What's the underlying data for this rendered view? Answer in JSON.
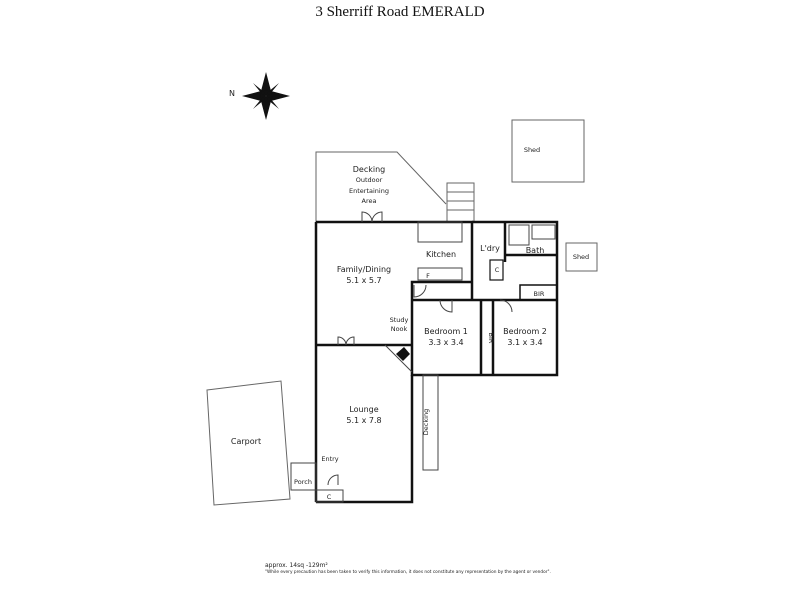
{
  "title": "3 Sherriff Road EMERALD",
  "compass": {
    "label": "N",
    "icon": "compass-rose-icon"
  },
  "rooms": {
    "decking_top": [
      "Decking",
      "Outdoor",
      "Entertaining",
      "Area"
    ],
    "shed_1": "Shed",
    "shed_2": "Shed",
    "kitchen": "Kitchen",
    "laundry": "L'dry",
    "bath": "Bath",
    "cupboard_laundry": "C",
    "fridge": "F",
    "family_dining": {
      "name": "Family/Dining",
      "size": "5.1 x 5.7"
    },
    "study_nook": [
      "Study",
      "Nook"
    ],
    "bedroom_1": {
      "name": "Bedroom 1",
      "size": "3.3 x 3.4"
    },
    "bedroom_2": {
      "name": "Bedroom 2",
      "size": "3.1 x 3.4"
    },
    "bir_1": "BIR",
    "bir_2": "BIR",
    "lounge": {
      "name": "Lounge",
      "size": "5.1 x 7.8"
    },
    "entry": "Entry",
    "porch": "Porch",
    "cupboard_entry": "C",
    "decking_side": "Decking",
    "carport": "Carport"
  },
  "area_note": "approx. 14sq -129m²",
  "disclaimer": "\"While every precaution has been taken to verify this information, it does not constitute any representation by the agent or vendor\"."
}
